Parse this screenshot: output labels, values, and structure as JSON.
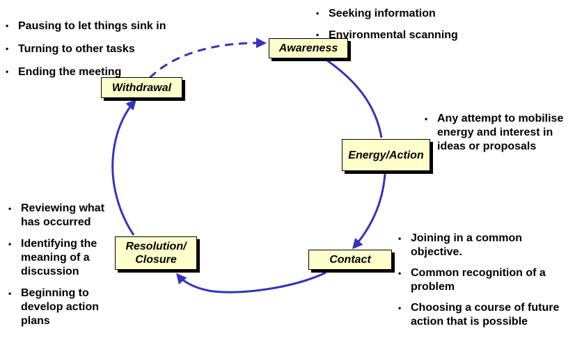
{
  "colors": {
    "arrow": "#3333bb",
    "box_fill": "#ffffcc",
    "box_border": "#000000"
  },
  "stages": {
    "awareness": {
      "label": "Awareness"
    },
    "energy_action": {
      "label": "Energy/Action"
    },
    "contact": {
      "label": "Contact"
    },
    "resolution_closure": {
      "line1": "Resolution/",
      "line2": "Closure"
    },
    "withdrawal": {
      "label": "Withdrawal"
    }
  },
  "notes": {
    "awareness": [
      "Seeking information",
      "Environmental scanning"
    ],
    "energy_action": [
      "Any attempt to mobilise energy and interest in ideas or proposals"
    ],
    "contact": [
      "Joining in a common objective.",
      "Common recognition of a problem",
      "Choosing a course of future action that is possible"
    ],
    "resolution_closure": [
      "Reviewing what has occurred",
      "Identifying the meaning of a discussion",
      "Beginning to develop action plans"
    ],
    "withdrawal": [
      "Pausing to let things sink in",
      "Turning to other tasks",
      "Ending the meeting"
    ]
  },
  "arrows": [
    {
      "from": "Awareness",
      "to": "Energy/Action",
      "style": "solid",
      "arrowhead": false
    },
    {
      "from": "Energy/Action",
      "to": "Contact",
      "style": "solid",
      "arrowhead": true
    },
    {
      "from": "Contact",
      "to": "Resolution/Closure",
      "style": "solid",
      "arrowhead": true
    },
    {
      "from": "Resolution/Closure",
      "to": "Withdrawal",
      "style": "solid",
      "arrowhead": true
    },
    {
      "from": "Withdrawal",
      "to": "Awareness",
      "style": "dashed",
      "arrowhead": true
    }
  ]
}
